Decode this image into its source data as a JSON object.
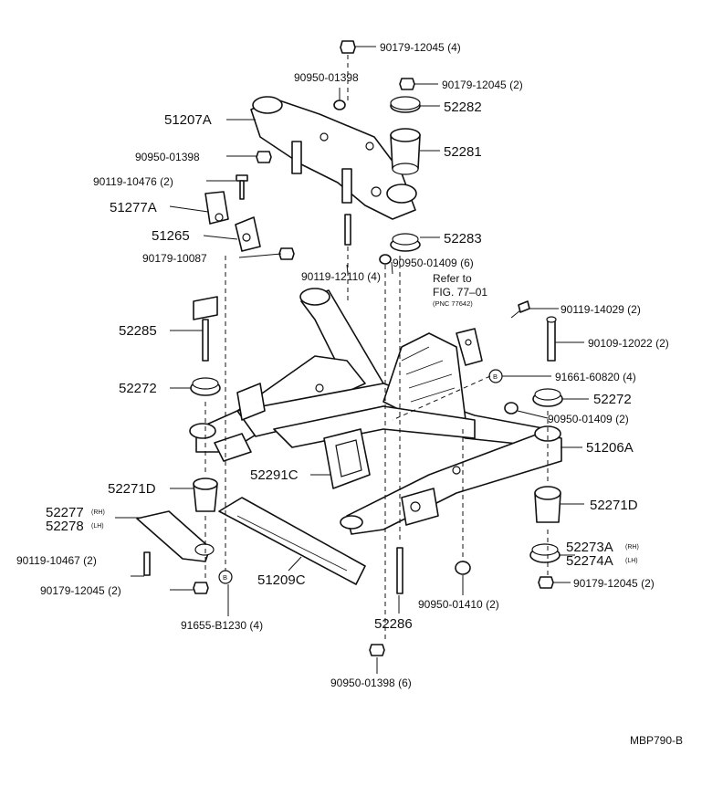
{
  "diagram": {
    "figure_code": "MBP790-B",
    "parts": {
      "p_90179_12045_4": "90179-12045 (4)",
      "p_90950_01398_top": "90950-01398",
      "p_90179_12045_2_top": "90179-12045 (2)",
      "p_52282": "52282",
      "p_51207A": "51207A",
      "p_52281": "52281",
      "p_90950_01398_left": "90950-01398",
      "p_90119_10476": "90119-10476 (2)",
      "p_51277A": "51277A",
      "p_51265": "51265",
      "p_52283": "52283",
      "p_90179_10087": "90179-10087",
      "p_90950_01409_6": "90950-01409 (6)",
      "p_90119_12110": "90119-12110 (4)",
      "refer_line1": "Refer to",
      "refer_line2": "FIG. 77–01",
      "refer_line3": "(PNC 77642)",
      "p_90119_14029": "90119-14029 (2)",
      "p_52285": "52285",
      "p_90109_12022": "90109-12022 (2)",
      "p_91661_60820": "91661-60820 (4)",
      "p_52272_left": "52272",
      "p_52272_right": "52272",
      "p_90950_01409_2": "90950-01409 (2)",
      "p_51206A": "51206A",
      "p_52291C": "52291C",
      "p_52271D_left": "52271D",
      "p_52271D_right": "52271D",
      "p_52277": "52277",
      "p_52277_side": "(RH)",
      "p_52278": "52278",
      "p_52278_side": "(LH)",
      "p_52273A": "52273A",
      "p_52273A_side": "(RH)",
      "p_52274A": "52274A",
      "p_52274A_side": "(LH)",
      "p_90119_10467": "90119-10467 (2)",
      "p_51209C": "51209C",
      "p_90179_12045_2_bl": "90179-12045 (2)",
      "p_90179_12045_2_br": "90179-12045 (2)",
      "p_90950_01410": "90950-01410 (2)",
      "p_91655_B1230": "91655-B1230 (4)",
      "p_52286": "52286",
      "p_90950_01398_6": "90950-01398 (6)",
      "marker_b": "B"
    }
  }
}
